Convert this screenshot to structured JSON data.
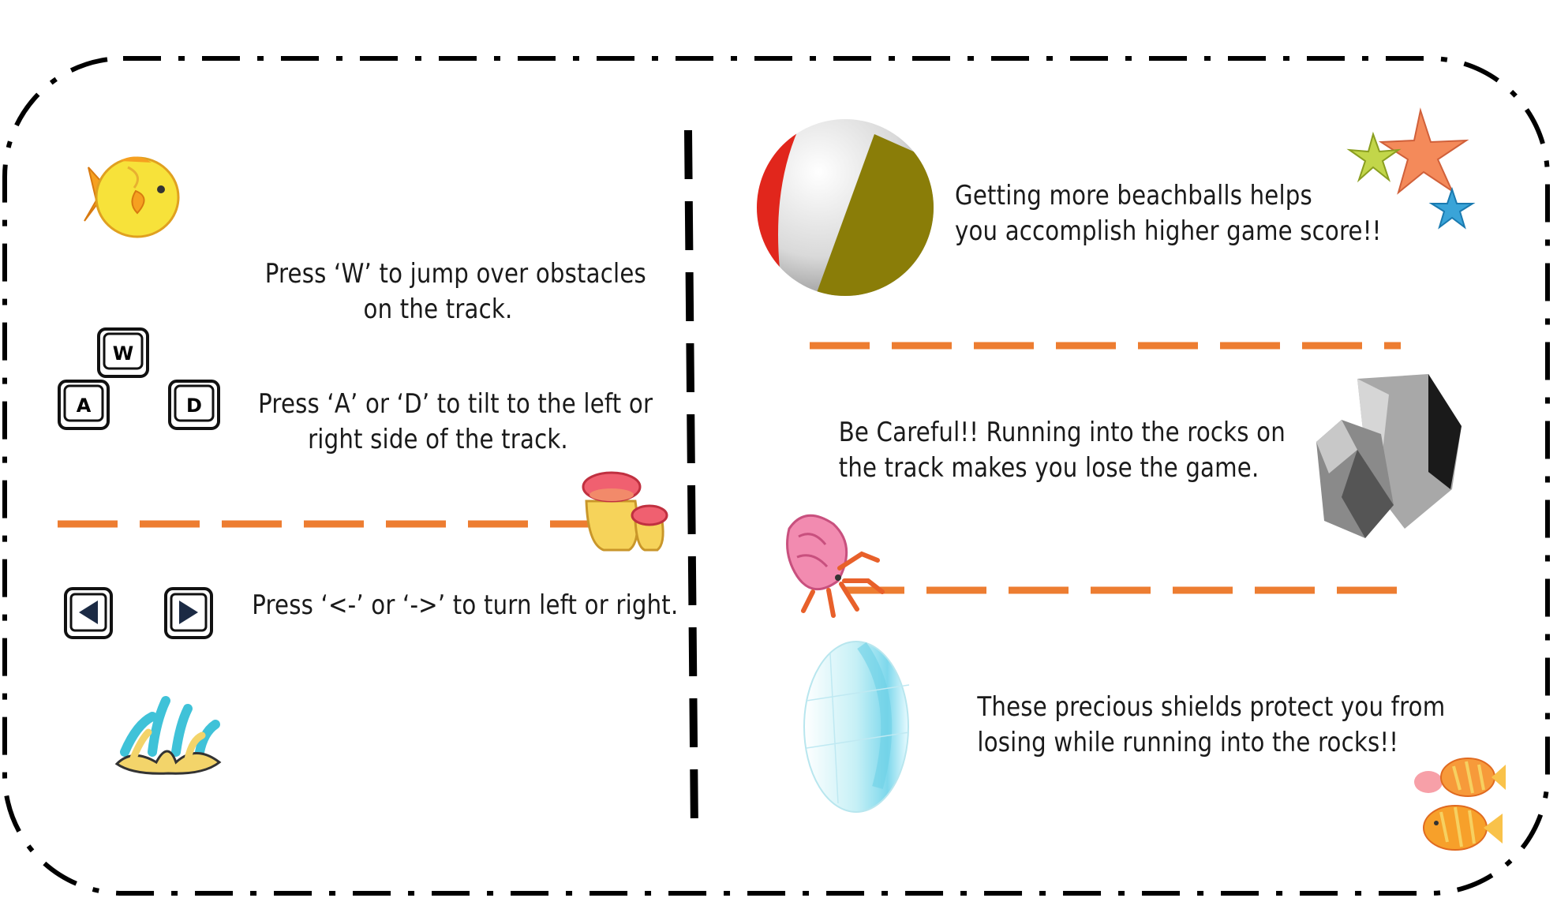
{
  "controls": {
    "jump": {
      "key": "W",
      "line1": "Press ‘W’ to jump over obstacles",
      "line2": "on the track."
    },
    "tilt": {
      "key_left": "A",
      "key_right": "D",
      "line1": "Press ‘A’ or ‘D’ to tilt to the left or",
      "line2": "right side of the track."
    },
    "turn": {
      "line1": "Press ‘<-’ or ‘->’ to turn left or right."
    }
  },
  "items": {
    "beachball": {
      "line1": "Getting more beachballs helps",
      "line2": "you accomplish higher game score!!"
    },
    "rocks": {
      "line1": "Be Careful!! Running into the rocks on",
      "line2": "the track makes you lose the game."
    },
    "shield": {
      "line1": "These precious shields protect you from",
      "line2": "losing while running into the rocks!!"
    }
  },
  "colors": {
    "divider_orange": "#ed7d31",
    "frame": "#000000"
  },
  "icons": [
    "yellow-fish-icon",
    "starfish-icon",
    "anemone-icon",
    "hermit-crab-icon",
    "coral-icon",
    "tropical-fish-icon"
  ]
}
